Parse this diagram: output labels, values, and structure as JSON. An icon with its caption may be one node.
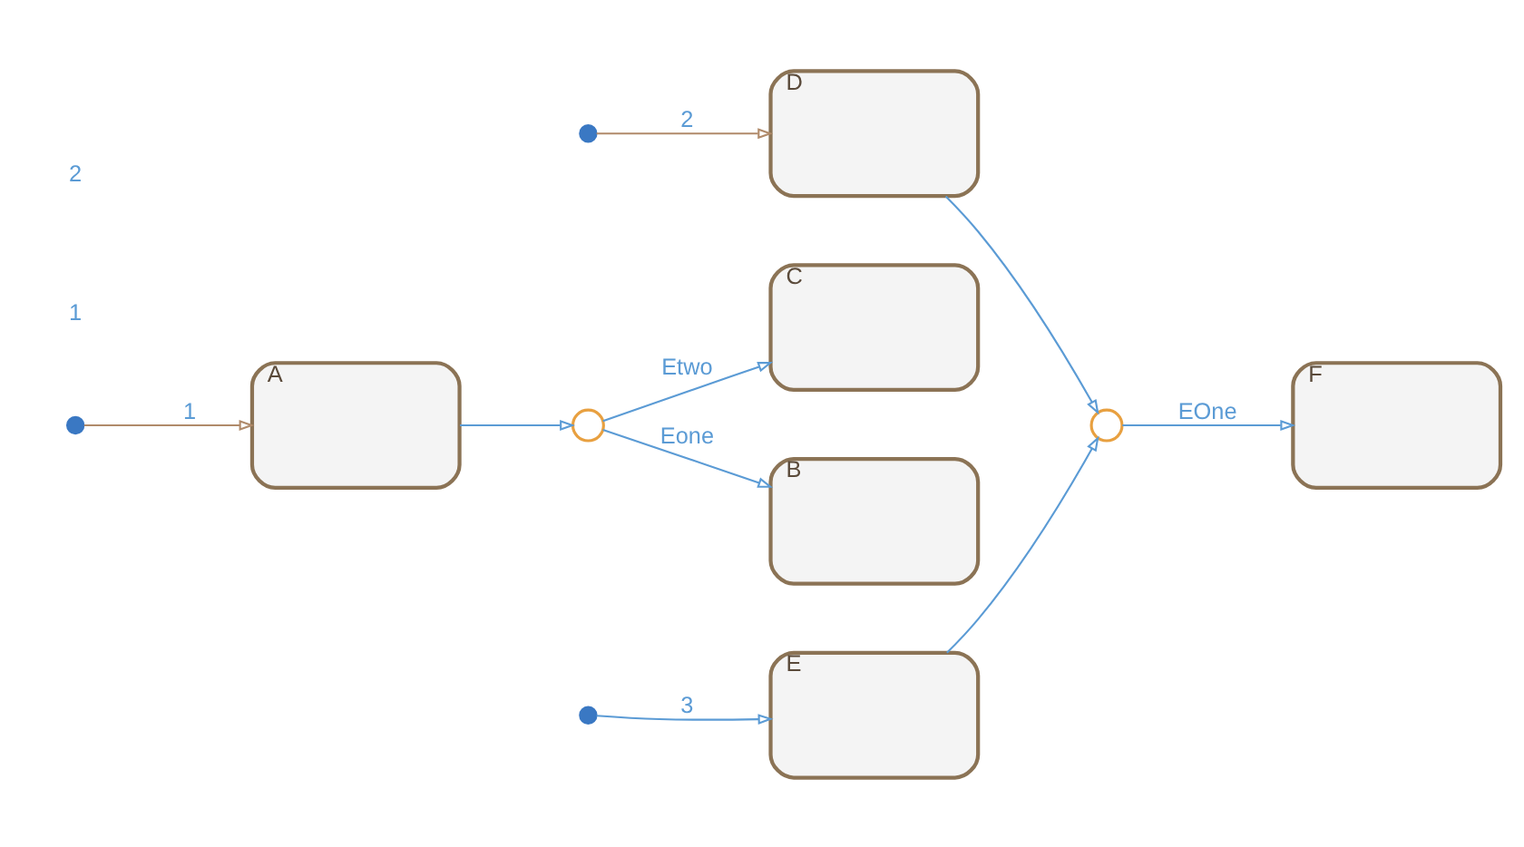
{
  "diagram": {
    "nodes": [
      {
        "text": [],
        "shape": "dot"
      },
      {
        "text": [
          "A"
        ]
      },
      {
        "text": [],
        "shape": "circle"
      },
      {
        "text": [
          "B"
        ]
      },
      {
        "text": [
          "C"
        ]
      },
      {
        "text": [],
        "shape": "dot"
      },
      {
        "text": [
          "D"
        ]
      },
      {
        "text": [
          "E"
        ]
      },
      {
        "text": [],
        "shape": "dot"
      },
      {
        "text": [],
        "shape": "circle"
      },
      {
        "text": [
          "F"
        ]
      }
    ],
    "edges": [
      {
        "from": 0,
        "to": 1,
        "arrow": "to",
        "label": "1",
        "color": "#b08a6a"
      },
      {
        "from": 1,
        "to": 2,
        "arrow": "to"
      },
      {
        "from": 2,
        "to": 3,
        "arrow": "to",
        "label": "Eone"
      },
      {
        "from": 2,
        "to": 4,
        "arrow": "to",
        "label": "Etwo"
      },
      {
        "from": 5,
        "to": 6,
        "arrow": "to",
        "label": "2",
        "color": "#b08a6a"
      },
      {
        "from": 8,
        "to": 7,
        "arrow": "to",
        "label": "3"
      },
      {
        "from": 6,
        "to": 9,
        "arrow": "to"
      },
      {
        "from": 7,
        "to": 9,
        "arrow": "to"
      },
      {
        "from": 9,
        "to": 10,
        "arrow": "to",
        "label": "EOne"
      }
    ],
    "labels": [
      "1",
      "2"
    ]
  }
}
